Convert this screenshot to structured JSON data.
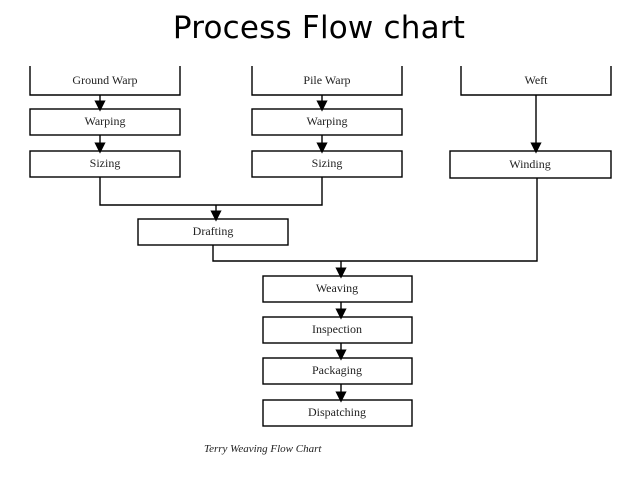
{
  "title": "Process Flow chart",
  "caption": "Terry Weaving Flow Chart",
  "nodes": {
    "ground_warp": "Ground Warp",
    "pile_warp": "Pile Warp",
    "weft": "Weft",
    "warping_1": "Warping",
    "warping_2": "Warping",
    "sizing_1": "Sizing",
    "sizing_2": "Sizing",
    "winding": "Winding",
    "drafting": "Drafting",
    "weaving": "Weaving",
    "inspection": "Inspection",
    "packaging": "Packaging",
    "dispatching": "Dispatching"
  }
}
